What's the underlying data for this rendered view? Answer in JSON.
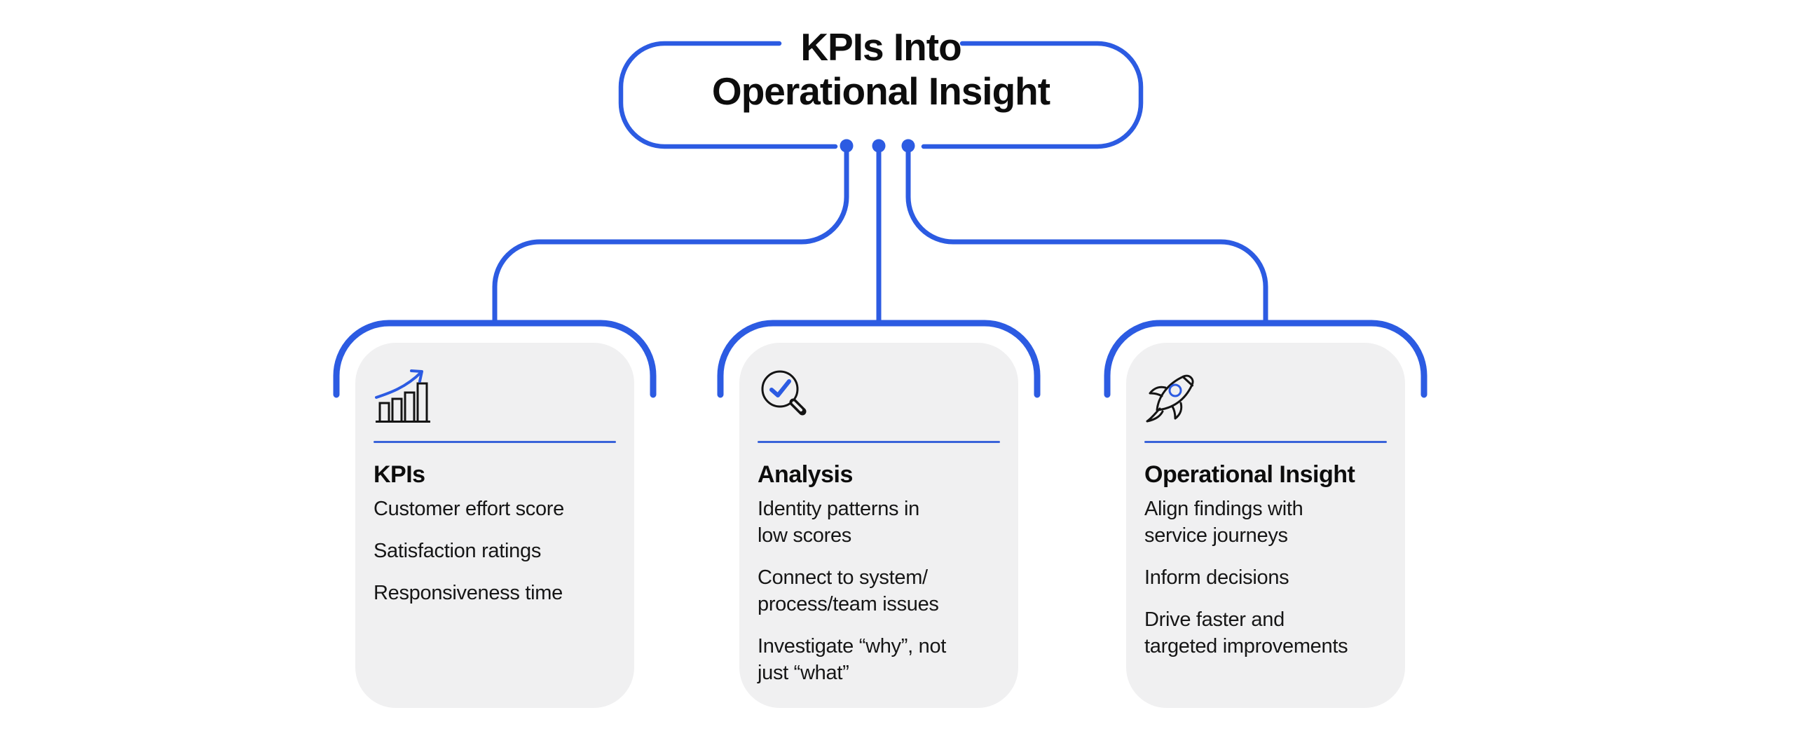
{
  "title": {
    "line1": "KPIs Into",
    "line2": "Operational Insight"
  },
  "colors": {
    "accent_blue": "#2c5be2",
    "divider_blue": "#3a63d9",
    "card_background": "#f0f0f1",
    "text_black": "#0d0d0d"
  },
  "cards": [
    {
      "icon": "bar-chart-growth-icon",
      "title": "KPIs",
      "items": [
        "Customer effort score",
        "Satisfaction ratings",
        "Responsiveness time"
      ]
    },
    {
      "icon": "magnifier-check-icon",
      "title": "Analysis",
      "items": [
        "Identity patterns in\nlow scores",
        "Connect to system/\nprocess/team issues",
        "Investigate “why”, not\njust “what”"
      ]
    },
    {
      "icon": "rocket-icon",
      "title": "Operational Insight",
      "items": [
        "Align findings with\nservice journeys",
        "Inform decisions",
        "Drive faster and\ntargeted improvements"
      ]
    }
  ]
}
